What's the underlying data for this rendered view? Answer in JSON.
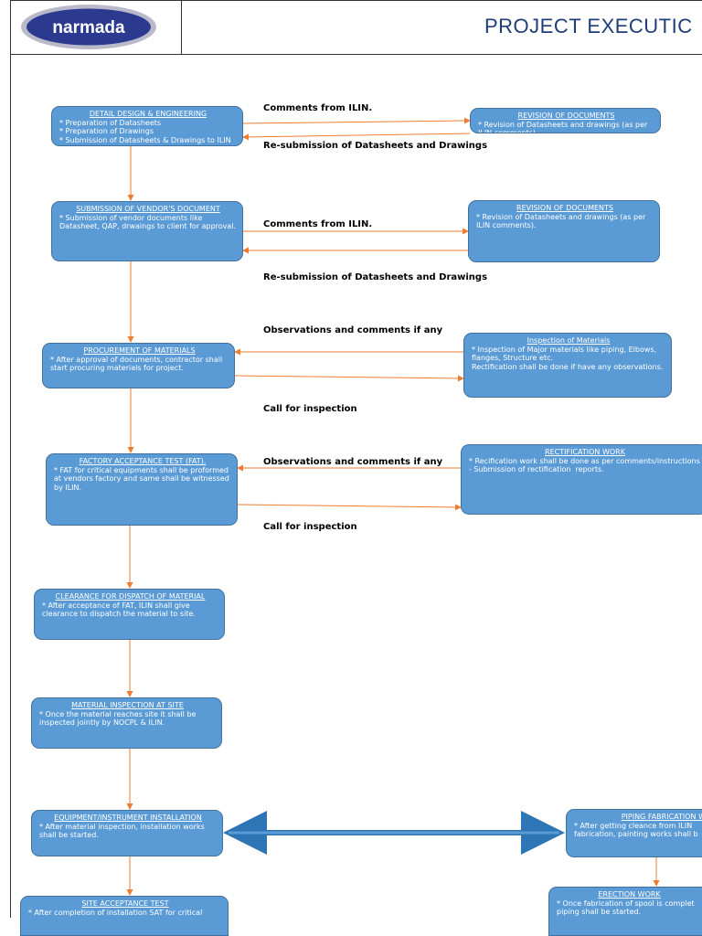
{
  "header": {
    "logo_text": "narmada",
    "title": "PROJECT EXECUTIC"
  },
  "boxes": {
    "detail_design": {
      "title": "DETAIL DESIGN & ENGINEERING",
      "body": "* Preparation of Datasheets\n* Preparation of Drawings\n* Submission of Datasheets & Drawings to ILIN"
    },
    "revision_1": {
      "title": "REVISION OF DOCUMENTS",
      "body": "* Revision of Datasheets and drawings (as per ILIN comments)."
    },
    "vendor_doc": {
      "title": "SUBMISSION OF VENDOR'S DOCUMENT",
      "body": "* Submission of vendor documents like Datasheet, QAP, drwaings to client for approval."
    },
    "revision_2": {
      "title": "REVISION OF DOCUMENTS",
      "body": "* Revision of Datasheets and drawings (as per ILIN comments)."
    },
    "procurement": {
      "title": "PROCUREMENT OF MATERIALS",
      "body": "* After approval of documents, contractor shall start procuring materials for project."
    },
    "inspection": {
      "title": "Inspection of Materials",
      "body": "* Inspection of Major materials like piping, Elbows, flanges, Structure etc.\nRectification shall be done if have any observations."
    },
    "fat": {
      "title": "FACTORY ACCEPTANCE TEST (FAT).",
      "body": "* FAT for critical equipments shall be proformed at vendors factory and same shall be witnessed by ILIN."
    },
    "rectification": {
      "title": "RECTIFICATION WORK",
      "body": "* Recification work shall be done as per comments/instructions of ILIN's Engineer In-Charge (EIC).\n- Submission of rectification  reports."
    },
    "clearance": {
      "title": "CLEARANCE FOR DISPATCH OF MATERIAL",
      "body": "* After acceptance of FAT, ILIN shall give clearance to dispatch the material to site."
    },
    "site_inspection": {
      "title": "MATERIAL INSPECTION AT SITE",
      "body": "* Once the material reaches site it shall be inspected jointly by NOCPL & ILIN."
    },
    "installation": {
      "title": "EQUIPMENT/INSTRUMENT INSTALLATION",
      "body": "* After material inspection, installation works shall be started."
    },
    "piping": {
      "title": "PIPING FABRICATION W",
      "body": "* After getting cleance from ILIN fabrication, painting works shall b"
    },
    "sat": {
      "title": "SITE ACCEPTANCE TEST",
      "body": "* After completion of installation SAT for critical"
    },
    "erection": {
      "title": "ERECTION WORK",
      "body": "* Once fabrication of spool is complet piping shall be started."
    }
  },
  "labels": {
    "comments_1": "Comments from ILIN.",
    "resub_1": "Re-submission of Datasheets and Drawings",
    "comments_2": "Comments from ILIN.",
    "resub_2": "Re-submission of Datasheets and Drawings",
    "obs_1": "Observations and comments if any",
    "call_1": "Call for inspection",
    "obs_2": "Observations and comments if any",
    "call_2": "Call for inspection"
  },
  "colors": {
    "box_fill": "#5b9bd5",
    "box_border": "#41719c",
    "arrow": "#ed7d31",
    "title": "#1f3d7a"
  }
}
